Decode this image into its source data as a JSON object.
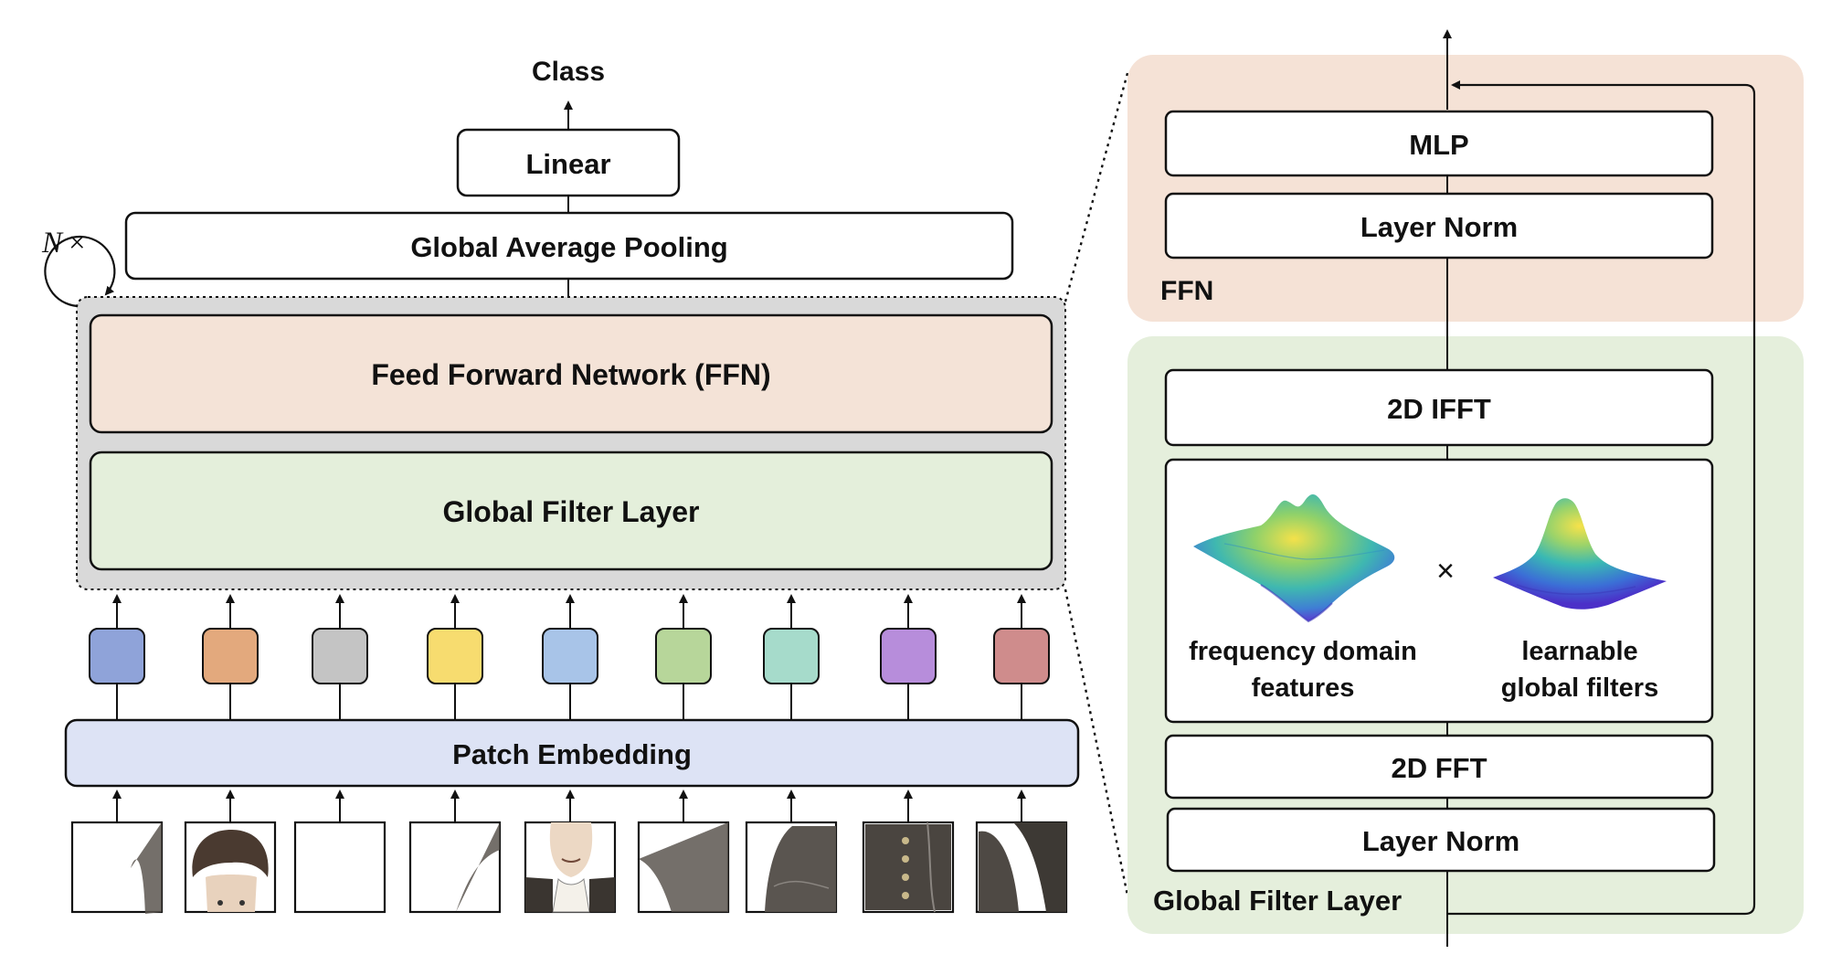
{
  "left": {
    "class_label": "Class",
    "linear_label": "Linear",
    "gap_label": "Global Average Pooling",
    "repeat_n": "N",
    "repeat_times": "×",
    "ffn_label": "Feed Forward Network (FFN)",
    "gfl_label": "Global Filter Layer",
    "patch_embedding_label": "Patch Embedding",
    "token_colors": [
      "#8fa3d9",
      "#e3a97d",
      "#c4c4c4",
      "#f7dc6f",
      "#a8c4e8",
      "#b7d69a",
      "#a6dbcb",
      "#b78ddb",
      "#cf8c8c"
    ],
    "patch_count": 9
  },
  "right": {
    "ffn_title": "FFN",
    "mlp_label": "MLP",
    "ffn_norm_label": "Layer Norm",
    "gfl_title": "Global Filter Layer",
    "ifft_label": "2D IFFT",
    "multiply_symbol": "×",
    "freq_features_line1": "frequency domain",
    "freq_features_line2": "features",
    "filters_line1": "learnable",
    "filters_line2": "global filters",
    "fft_label": "2D FFT",
    "gfl_norm_label": "Layer Norm"
  },
  "colors": {
    "ffn_fill": "#f4e3d7",
    "gfl_fill": "#e4efdb",
    "ffn_panel": "#f5e2d6",
    "gfl_panel": "#e5efdc",
    "block_gray": "#d9d9d9",
    "patch_embedding_fill": "#dde3f5"
  }
}
